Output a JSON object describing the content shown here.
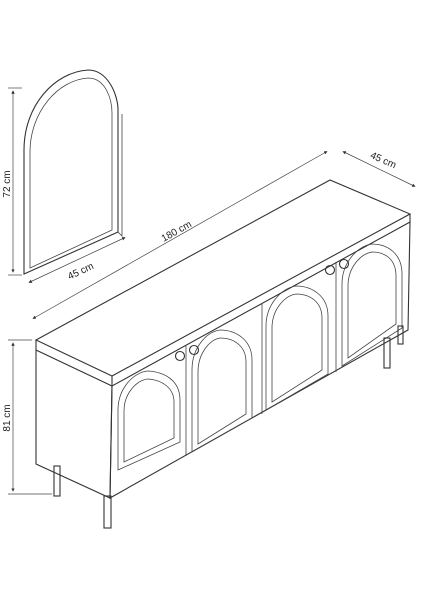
{
  "dimensions": {
    "mirror_height": "72 cm",
    "mirror_width": "45 cm",
    "console_length": "180 cm",
    "console_depth": "45 cm",
    "console_height": "81 cm"
  }
}
